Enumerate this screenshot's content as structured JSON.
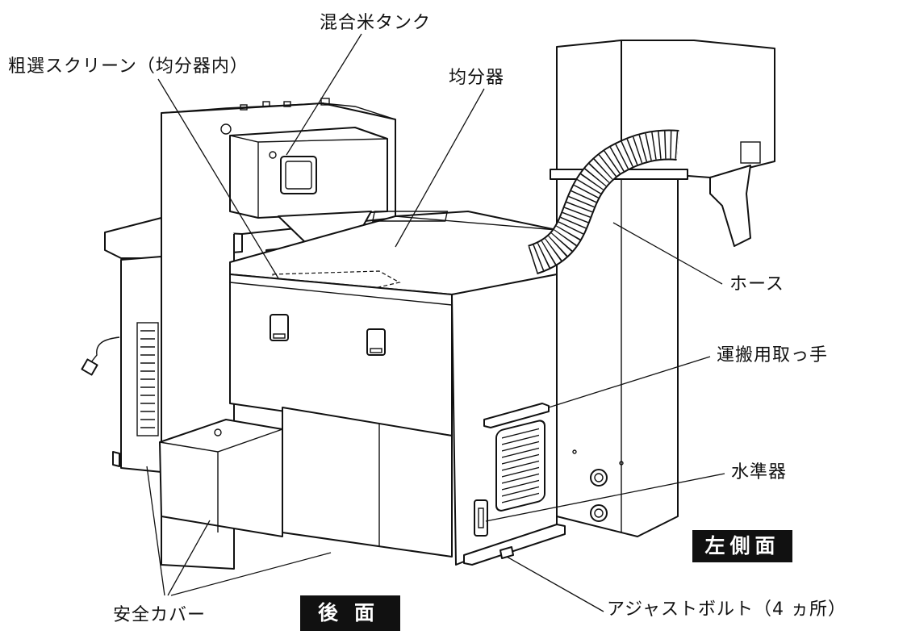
{
  "labels": {
    "mixed_rice_tank": "混合米タンク",
    "rough_screen": "粗選スクリーン（均分器内）",
    "divider": "均分器",
    "hose": "ホース",
    "carry_handle": "運搬用取っ手",
    "level": "水準器",
    "adjust_bolt": "アジャストボルト（4 ヵ所）",
    "safety_cover": "安全カバー"
  },
  "views": {
    "left_side": "左側面",
    "rear": "後面"
  },
  "colors": {
    "ink": "#111111",
    "paper": "#ffffff"
  }
}
